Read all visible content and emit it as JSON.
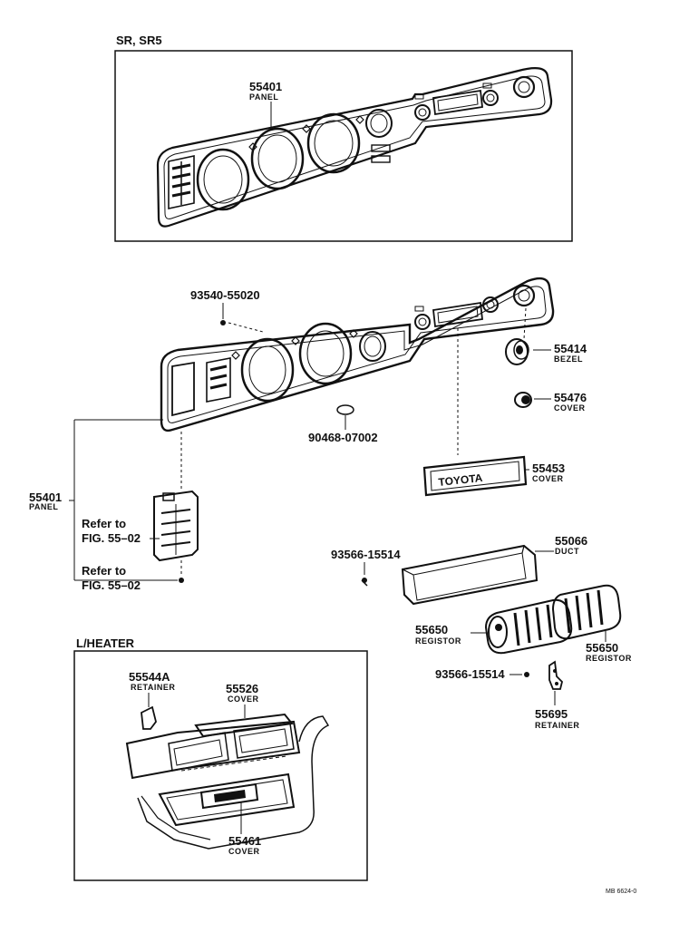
{
  "sections": {
    "top_title": "SR, SR5",
    "heater_title": "L/HEATER"
  },
  "top": {
    "panel": {
      "number": "55401",
      "name": "PANEL"
    }
  },
  "main": {
    "screw_upper": "93540-55020",
    "clip": "90468-07002",
    "panel": {
      "number": "55401",
      "name": "PANEL"
    },
    "refer_1": "Refer to",
    "fig_1": "FIG. 55–02",
    "refer_2": "Refer to",
    "fig_2": "FIG. 55–02",
    "bezel": {
      "number": "55414",
      "name": "BEZEL"
    },
    "cover_55476": {
      "number": "55476",
      "name": "COVER"
    },
    "cover_55453": {
      "number": "55453",
      "name": "COVER"
    },
    "toyota_badge": "TOYOTA",
    "screw_mid": "93566-15514",
    "duct": {
      "number": "55066",
      "name": "DUCT"
    },
    "registor_left": {
      "number": "55650",
      "name": "REGISTOR"
    },
    "registor_right": {
      "number": "55650",
      "name": "REGISTOR"
    },
    "screw_low": "93566-15514",
    "retainer_55695": {
      "number": "55695",
      "name": "RETAINER"
    }
  },
  "heater": {
    "retainer": {
      "number": "55544A",
      "name": "RETAINER"
    },
    "cover_55526": {
      "number": "55526",
      "name": "COVER"
    },
    "cover_55461": {
      "number": "55461",
      "name": "COVER"
    }
  },
  "footer_code": "MB 6624‑0"
}
